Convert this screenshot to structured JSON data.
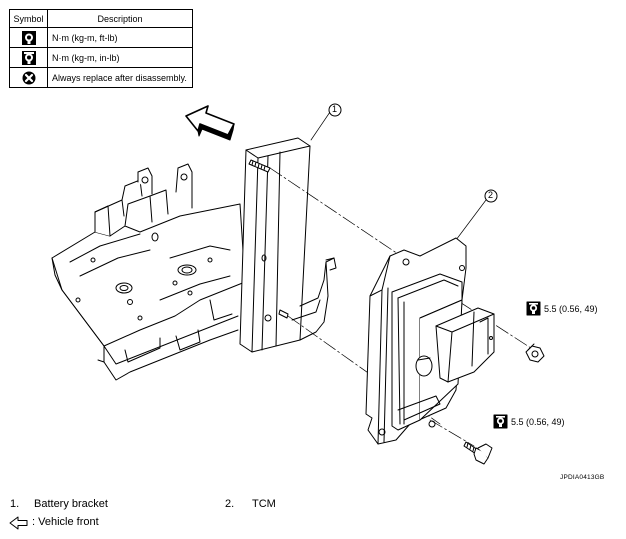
{
  "legend": {
    "header_symbol": "Symbol",
    "header_description": "Description",
    "rows": [
      {
        "icon": "torque-wrench-icon",
        "description": "N·m (kg-m, ft-lb)"
      },
      {
        "icon": "torque-wrench-inlb-icon",
        "description": "N·m (kg-m, in-lb)"
      },
      {
        "icon": "always-replace-icon",
        "description": "Always replace after disassembly."
      }
    ]
  },
  "callouts": {
    "part1_number": "1",
    "part2_number": "2",
    "torque_nut": "5.5 (0.56, 49)",
    "torque_bolt": "5.5 (0.56, 49)"
  },
  "figure_code": "JPDIA0413GB",
  "parts": [
    {
      "number": "1.",
      "name": "Battery bracket"
    },
    {
      "number": "2.",
      "name": "TCM"
    }
  ],
  "vehicle_front": ": Vehicle front"
}
